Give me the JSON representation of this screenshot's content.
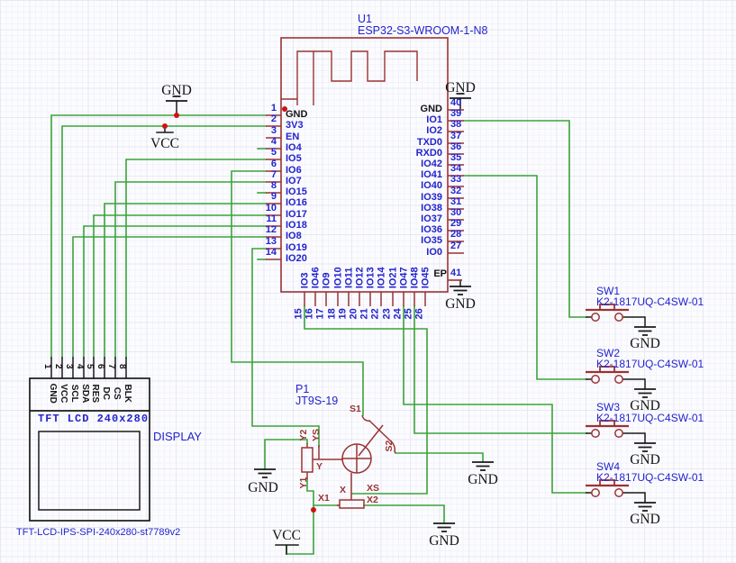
{
  "net_labels": {
    "gnd": "GND",
    "vcc": "VCC"
  },
  "colors": {
    "wire_green": "#3aa33a",
    "component_red": "#9a3333",
    "text_blue": "#2323cc",
    "net_text_black": "#141414",
    "junction_dot_red": "#cc1414"
  },
  "esp32": {
    "ref": "U1",
    "part": "ESP32-S3-WROOM-1-N8",
    "left_pins": [
      {
        "num": "1",
        "name": "GND"
      },
      {
        "num": "2",
        "name": "3V3"
      },
      {
        "num": "3",
        "name": "EN"
      },
      {
        "num": "4",
        "name": "IO4"
      },
      {
        "num": "5",
        "name": "IO5"
      },
      {
        "num": "6",
        "name": "IO6"
      },
      {
        "num": "7",
        "name": "IO7"
      },
      {
        "num": "8",
        "name": "IO15"
      },
      {
        "num": "9",
        "name": "IO16"
      },
      {
        "num": "10",
        "name": "IO17"
      },
      {
        "num": "11",
        "name": "IO18"
      },
      {
        "num": "12",
        "name": "IO8"
      },
      {
        "num": "13",
        "name": "IO19"
      },
      {
        "num": "14",
        "name": "IO20"
      }
    ],
    "right_pins": [
      {
        "num": "40",
        "name": "GND"
      },
      {
        "num": "39",
        "name": "IO1"
      },
      {
        "num": "38",
        "name": "IO2"
      },
      {
        "num": "37",
        "name": "TXD0"
      },
      {
        "num": "36",
        "name": "RXD0"
      },
      {
        "num": "35",
        "name": "IO42"
      },
      {
        "num": "34",
        "name": "IO41"
      },
      {
        "num": "33",
        "name": "IO40"
      },
      {
        "num": "32",
        "name": "IO39"
      },
      {
        "num": "31",
        "name": "IO38"
      },
      {
        "num": "30",
        "name": "IO37"
      },
      {
        "num": "29",
        "name": "IO36"
      },
      {
        "num": "28",
        "name": "IO35"
      },
      {
        "num": "27",
        "name": "IO0"
      }
    ],
    "bottom_pins": [
      {
        "num": "15",
        "name": "IO3"
      },
      {
        "num": "16",
        "name": "IO46"
      },
      {
        "num": "17",
        "name": "IO9"
      },
      {
        "num": "18",
        "name": "IO10"
      },
      {
        "num": "19",
        "name": "IO11"
      },
      {
        "num": "20",
        "name": "IO12"
      },
      {
        "num": "21",
        "name": "IO13"
      },
      {
        "num": "22",
        "name": "IO14"
      },
      {
        "num": "23",
        "name": "IO21"
      },
      {
        "num": "24",
        "name": "IO47"
      },
      {
        "num": "25",
        "name": "IO48"
      },
      {
        "num": "26",
        "name": "IO45"
      }
    ],
    "ep": {
      "num": "41",
      "name": "EP"
    }
  },
  "display": {
    "title": "TFT LCD 240x280",
    "label": "DISPLAY",
    "part": "TFT-LCD-IPS-SPI-240x280-st7789v2",
    "pins": [
      {
        "num": "1",
        "name": "GND"
      },
      {
        "num": "2",
        "name": "VCC"
      },
      {
        "num": "3",
        "name": "SCL"
      },
      {
        "num": "4",
        "name": "SDA"
      },
      {
        "num": "5",
        "name": "RES"
      },
      {
        "num": "6",
        "name": "DC"
      },
      {
        "num": "7",
        "name": "CS"
      },
      {
        "num": "8",
        "name": "BLK"
      }
    ]
  },
  "joystick": {
    "ref": "P1",
    "part": "JT9S-19",
    "pins": [
      {
        "name": "S1"
      },
      {
        "name": "S2"
      },
      {
        "name": "Y2"
      },
      {
        "name": "YS"
      },
      {
        "name": "Y1"
      },
      {
        "name": "Y"
      },
      {
        "name": "X"
      },
      {
        "name": "XS"
      },
      {
        "name": "X1"
      },
      {
        "name": "X2"
      }
    ]
  },
  "switches": [
    {
      "ref": "SW1",
      "part": "K2-1817UQ-C4SW-01"
    },
    {
      "ref": "SW2",
      "part": "K2-1817UQ-C4SW-01"
    },
    {
      "ref": "SW3",
      "part": "K2-1817UQ-C4SW-01"
    },
    {
      "ref": "SW4",
      "part": "K2-1817UQ-C4SW-01"
    }
  ]
}
